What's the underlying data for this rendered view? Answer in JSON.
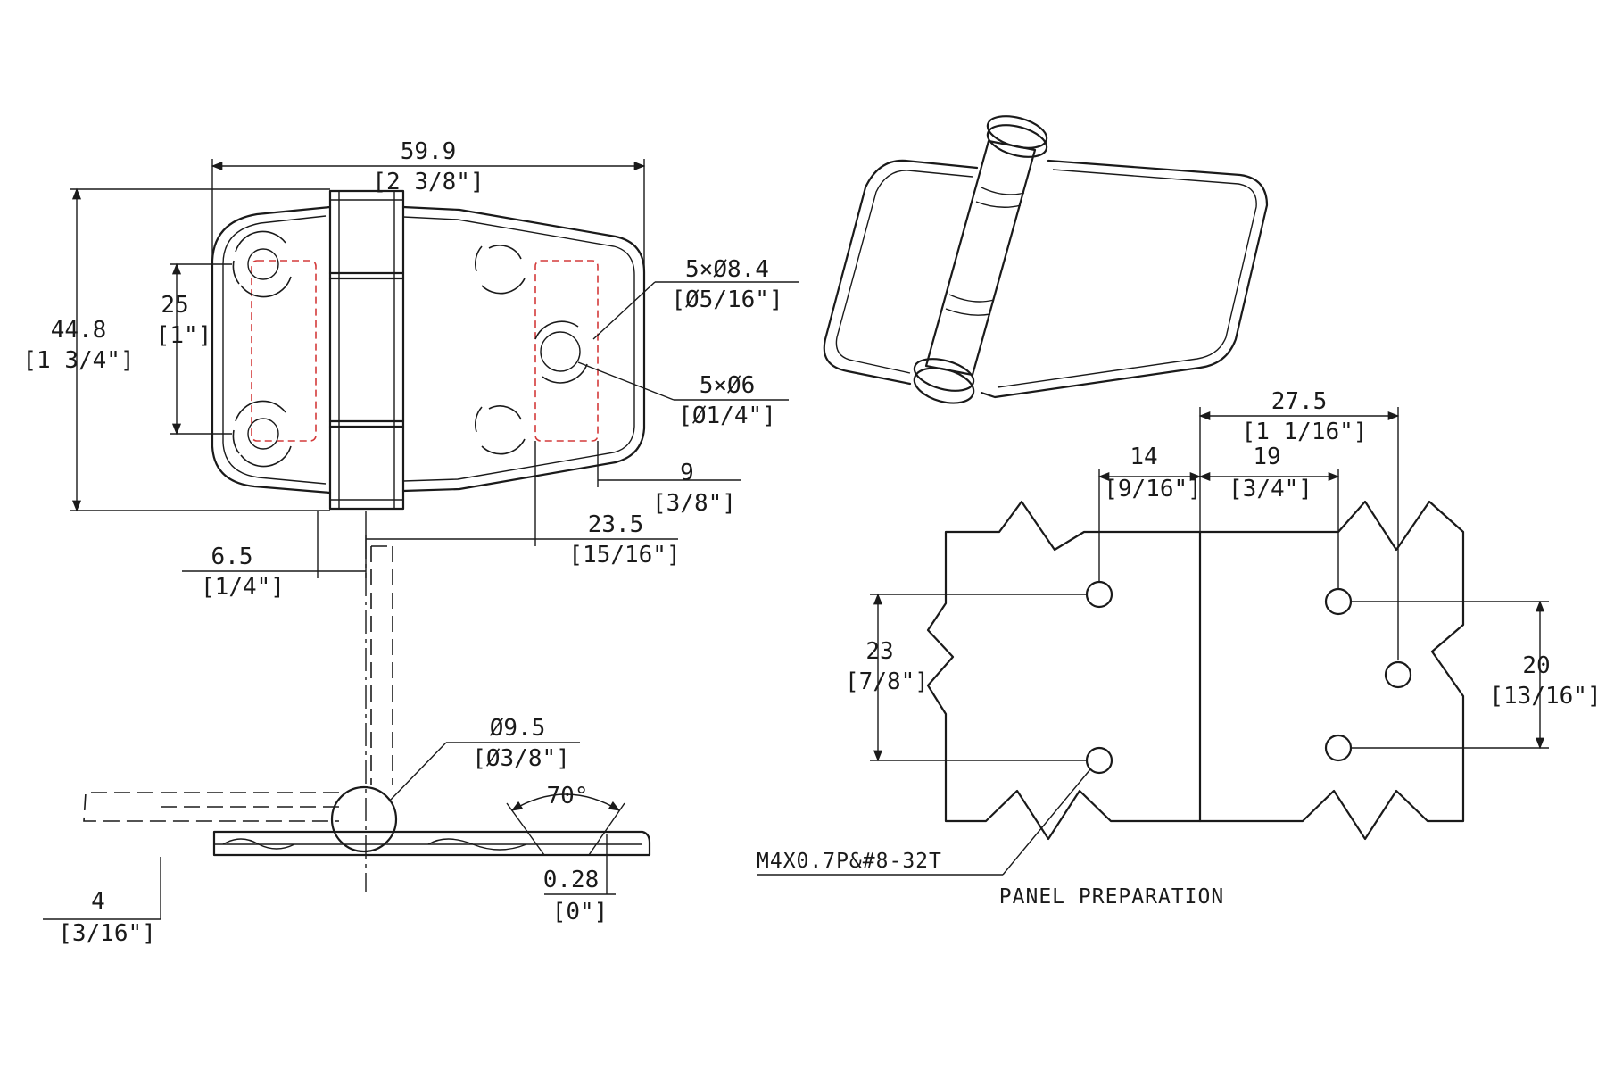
{
  "front_view": {
    "overall_width": "59.9",
    "overall_width_in": "[2 3/8\"]",
    "overall_height": "44.8",
    "overall_height_in": "[1 3/4\"]",
    "hole_spacing": "25",
    "hole_spacing_in": "[1\"]",
    "large_holes": "5×Ø8.4",
    "large_holes_in": "[Ø5/16\"]",
    "small_holes": "5×Ø6",
    "small_holes_in": "[Ø1/4\"]",
    "edge_offset": "9",
    "edge_offset_in": "[3/8\"]",
    "knuckle_to_hole": "23.5",
    "knuckle_to_hole_in": "[15/16\"]",
    "knuckle_offset": "6.5",
    "knuckle_offset_in": "[1/4\"]"
  },
  "side_view": {
    "pin_diameter": "Ø9.5",
    "pin_diameter_in": "[Ø3/8\"]",
    "opening_angle": "70°",
    "leaf_height": "4",
    "leaf_height_in": "[3/16\"]",
    "thickness": "0.28",
    "thickness_in": "[0\"]"
  },
  "panel_preparation": {
    "title": "PANEL PREPARATION",
    "span": "27.5",
    "span_in": "[1 1/16\"]",
    "left_offset": "14",
    "left_offset_in": "[9/16\"]",
    "right_offset": "19",
    "right_offset_in": "[3/4\"]",
    "left_spacing": "23",
    "left_spacing_in": "[7/8\"]",
    "right_spacing": "20",
    "right_spacing_in": "[13/16\"]",
    "thread_note": "M4X0.7P&#8-32T"
  }
}
